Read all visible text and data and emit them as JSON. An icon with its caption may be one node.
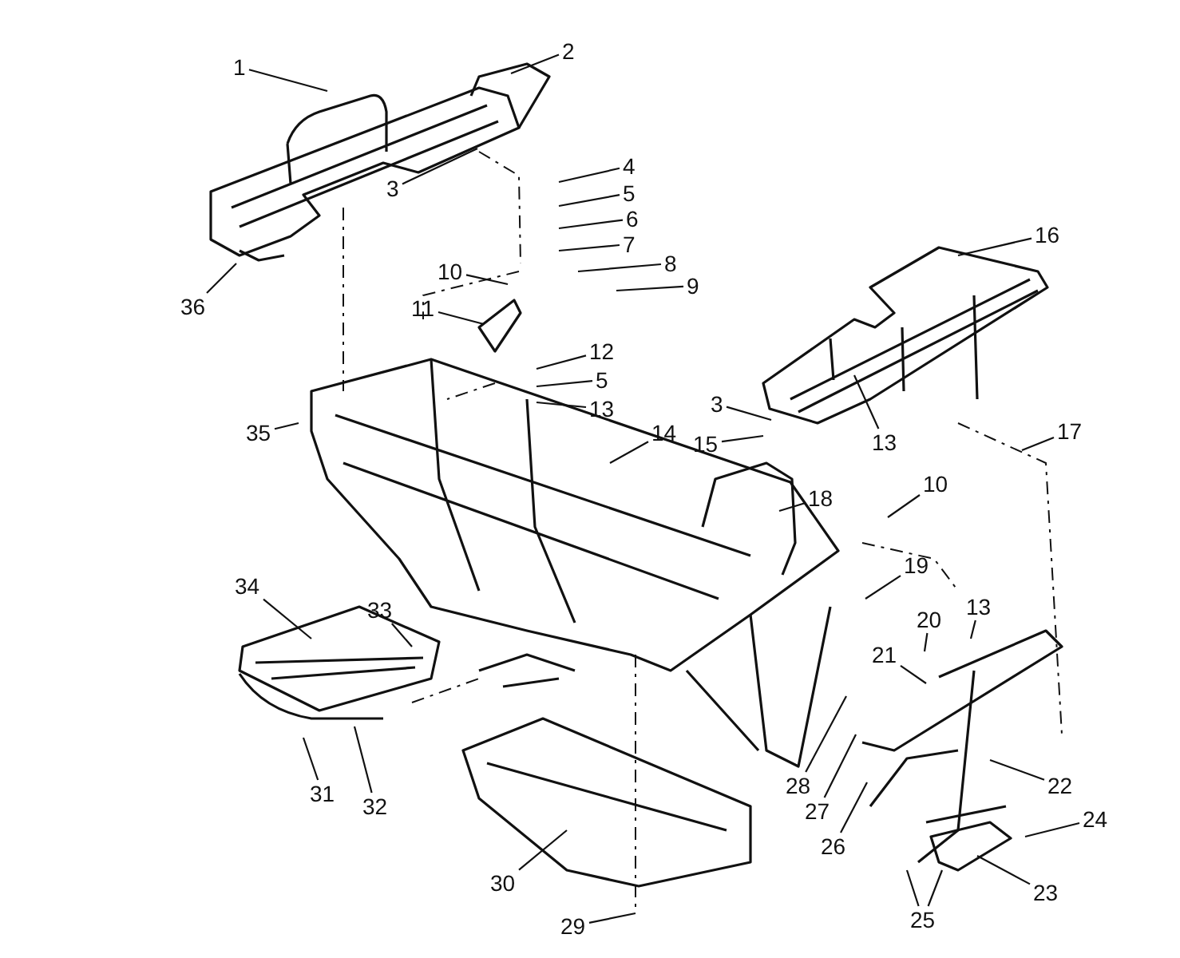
{
  "diagram": {
    "nodes": [
      {
        "text": [
          "1"
        ]
      },
      {
        "text": [
          "2"
        ]
      },
      {
        "text": [
          "3"
        ]
      },
      {
        "text": [
          "4"
        ]
      },
      {
        "text": [
          "5"
        ]
      },
      {
        "text": [
          "6"
        ]
      },
      {
        "text": [
          "7"
        ]
      },
      {
        "text": [
          "8"
        ]
      },
      {
        "text": [
          "9"
        ]
      },
      {
        "text": [
          "10"
        ]
      },
      {
        "text": [
          "11"
        ]
      },
      {
        "text": [
          "12"
        ]
      },
      {
        "text": [
          "5"
        ]
      },
      {
        "text": [
          "13"
        ]
      },
      {
        "text": [
          "14"
        ]
      },
      {
        "text": [
          "3"
        ]
      },
      {
        "text": [
          "15"
        ]
      },
      {
        "text": [
          "16"
        ]
      },
      {
        "text": [
          "13"
        ]
      },
      {
        "text": [
          "17"
        ]
      },
      {
        "text": [
          "18"
        ]
      },
      {
        "text": [
          "10"
        ]
      },
      {
        "text": [
          "19"
        ]
      },
      {
        "text": [
          "20"
        ]
      },
      {
        "text": [
          "13"
        ]
      },
      {
        "text": [
          "21"
        ]
      },
      {
        "text": [
          "22"
        ]
      },
      {
        "text": [
          "23"
        ]
      },
      {
        "text": [
          "24"
        ]
      },
      {
        "text": [
          "25"
        ]
      },
      {
        "text": [
          "26"
        ]
      },
      {
        "text": [
          "27"
        ]
      },
      {
        "text": [
          "28"
        ]
      },
      {
        "text": [
          "29"
        ]
      },
      {
        "text": [
          "30"
        ]
      },
      {
        "text": [
          "31"
        ]
      },
      {
        "text": [
          "32"
        ]
      },
      {
        "text": [
          "33"
        ]
      },
      {
        "text": [
          "34"
        ]
      },
      {
        "text": [
          "35"
        ]
      },
      {
        "text": [
          "36"
        ]
      }
    ],
    "edges": [
      {
        "from": 0,
        "to": null,
        "arrow": "none"
      },
      {
        "from": 1,
        "to": null,
        "arrow": "none"
      },
      {
        "from": 2,
        "to": null,
        "arrow": "none"
      },
      {
        "from": 3,
        "to": null,
        "arrow": "none"
      },
      {
        "from": 4,
        "to": null,
        "arrow": "none"
      },
      {
        "from": 5,
        "to": null,
        "arrow": "none"
      },
      {
        "from": 6,
        "to": null,
        "arrow": "none"
      },
      {
        "from": 7,
        "to": null,
        "arrow": "none"
      },
      {
        "from": 8,
        "to": null,
        "arrow": "none"
      },
      {
        "from": 9,
        "to": null,
        "arrow": "none"
      },
      {
        "from": 10,
        "to": null,
        "arrow": "none"
      },
      {
        "from": 11,
        "to": null,
        "arrow": "none"
      },
      {
        "from": 12,
        "to": null,
        "arrow": "none"
      },
      {
        "from": 13,
        "to": null,
        "arrow": "none"
      },
      {
        "from": 14,
        "to": null,
        "arrow": "none"
      },
      {
        "from": 15,
        "to": null,
        "arrow": "none"
      },
      {
        "from": 16,
        "to": null,
        "arrow": "none"
      },
      {
        "from": 17,
        "to": null,
        "arrow": "none"
      },
      {
        "from": 18,
        "to": null,
        "arrow": "none"
      },
      {
        "from": 19,
        "to": null,
        "arrow": "none"
      },
      {
        "from": 20,
        "to": null,
        "arrow": "none"
      },
      {
        "from": 21,
        "to": null,
        "arrow": "none"
      },
      {
        "from": 22,
        "to": null,
        "arrow": "none"
      },
      {
        "from": 23,
        "to": null,
        "arrow": "none"
      },
      {
        "from": 24,
        "to": null,
        "arrow": "none"
      },
      {
        "from": 25,
        "to": null,
        "arrow": "none"
      },
      {
        "from": 26,
        "to": null,
        "arrow": "none"
      },
      {
        "from": 27,
        "to": null,
        "arrow": "none"
      },
      {
        "from": 28,
        "to": null,
        "arrow": "none"
      },
      {
        "from": 29,
        "to": null,
        "arrow": "none"
      },
      {
        "from": 29,
        "to": null,
        "arrow": "none"
      },
      {
        "from": 30,
        "to": null,
        "arrow": "none"
      },
      {
        "from": 31,
        "to": null,
        "arrow": "none"
      },
      {
        "from": 32,
        "to": null,
        "arrow": "none"
      },
      {
        "from": 33,
        "to": null,
        "arrow": "none"
      },
      {
        "from": 34,
        "to": null,
        "arrow": "none"
      },
      {
        "from": 35,
        "to": null,
        "arrow": "none"
      },
      {
        "from": 36,
        "to": null,
        "arrow": "none"
      },
      {
        "from": 37,
        "to": null,
        "arrow": "none"
      },
      {
        "from": 38,
        "to": null,
        "arrow": "none"
      },
      {
        "from": 39,
        "to": null,
        "arrow": "none"
      },
      {
        "from": 40,
        "to": null,
        "arrow": "none"
      }
    ]
  }
}
